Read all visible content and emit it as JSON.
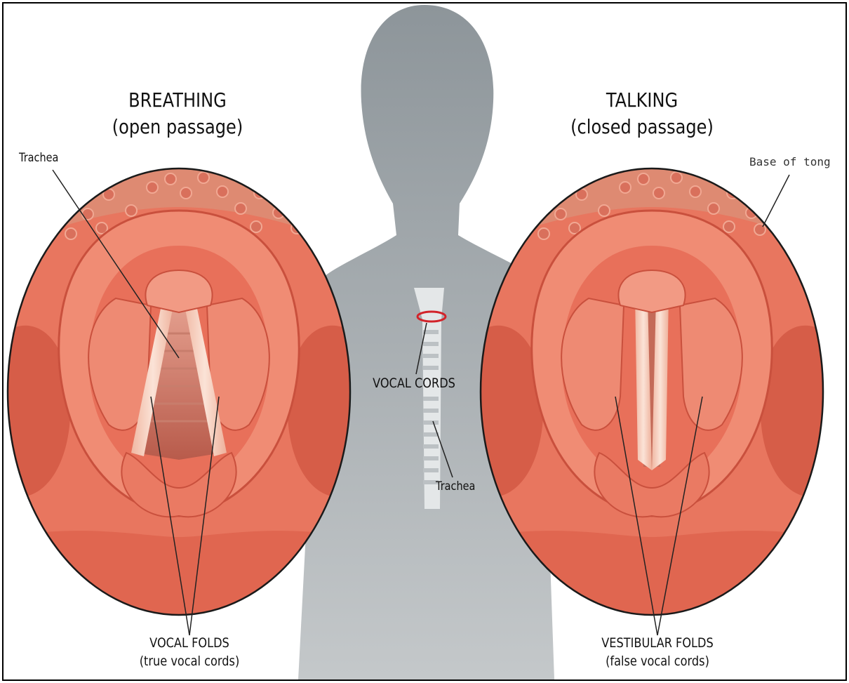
{
  "left_panel": {
    "title": "BREATHING",
    "subtitle": "(open passage)",
    "trachea_label": "Trachea",
    "folds_label": "VOCAL FOLDS",
    "folds_sublabel": "(true vocal cords)"
  },
  "right_panel": {
    "title": "TALKING",
    "subtitle": "(closed passage)",
    "tongue_label": "Base of tong",
    "folds_label": "VESTIBULAR FOLDS",
    "folds_sublabel": "(false vocal cords)"
  },
  "center": {
    "vocal_cords_label": "VOCAL CORDS",
    "trachea_label": "Trachea"
  },
  "colors": {
    "silhouette": "#9ea4a7",
    "tissue": "#e8705a",
    "tissue_light": "#f29a84",
    "tissue_dark": "#c9503d",
    "cord": "#f6d0bf",
    "highlight_ring": "#d2232a"
  }
}
